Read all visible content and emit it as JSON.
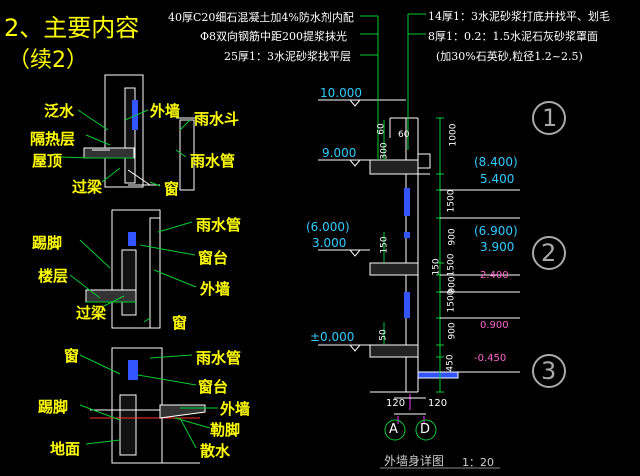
{
  "title": {
    "line1": "2、主要内容",
    "line2": "（续2）"
  },
  "sketch_labels": {
    "fanshui": "泛水",
    "waiqiang_1": "外墙",
    "yushuidou": "雨水斗",
    "gereceng": "隔热层",
    "yushuiguan_1": "雨水管",
    "wuding": "屋顶",
    "guoliang_1": "过梁",
    "chuang_1": "窗",
    "yushuiguan_2": "雨水管",
    "tijiao_1": "踢脚",
    "chuangtai_1": "窗台",
    "louceng": "楼层",
    "waiqiang_2": "外墙",
    "guoliang_2": "过梁",
    "chuang_2": "窗",
    "chuang_3": "窗",
    "yushuiguan_3": "雨水管",
    "chuangtai_2": "窗台",
    "tijiao_2": "踢脚",
    "waiqiang_3": "外墙",
    "lejiao": "勒脚",
    "dimian": "地面",
    "sanshui": "散水"
  },
  "notes": {
    "n1": "40厚C20细石混凝土加4%防水剂内配",
    "n2": "Φ8双向钢筋中距200提浆抹光",
    "n3": "25厚1：3水泥砂浆找平层",
    "n4": "14厚1：3水泥砂浆打底并找平、划毛",
    "n5": "8厚1：0.2：1.5水泥石灰砂浆罩面",
    "n6": "(加30%石英砂,粒径1.2~2.5)"
  },
  "elevations": {
    "e10": "10.000",
    "e9": "9.000",
    "e6": "(6.000)",
    "e3": "3.000",
    "e0": "±0.000",
    "e84": "(8.400)",
    "e54": "5.400",
    "e69": "(6.900)",
    "e39": "3.900",
    "e24": "2.400",
    "e09": "0.900",
    "em045": "-0.450"
  },
  "dims": {
    "d1000": "1000",
    "d60a": "60",
    "d60b": "60",
    "d300": "300",
    "d1500a": "1500",
    "d900a": "900",
    "d150a": "150",
    "d1500b": "1500",
    "d900b": "900",
    "d150b": "150",
    "d1500c": "1500",
    "d900c": "900",
    "d50": "50",
    "d450": "450",
    "d120a": "120",
    "d120b": "120"
  },
  "section_marks": {
    "s1": "1",
    "s2": "2",
    "s3": "3"
  },
  "axes": {
    "a": "A",
    "d": "D"
  },
  "caption": {
    "text": "外墙身详图",
    "scale": "1：20"
  },
  "colors": {
    "title": "#ffff00",
    "leader": "#00cc33",
    "note": "#ffffff",
    "elev_cyan": "#33ccff",
    "background": "#000000"
  }
}
